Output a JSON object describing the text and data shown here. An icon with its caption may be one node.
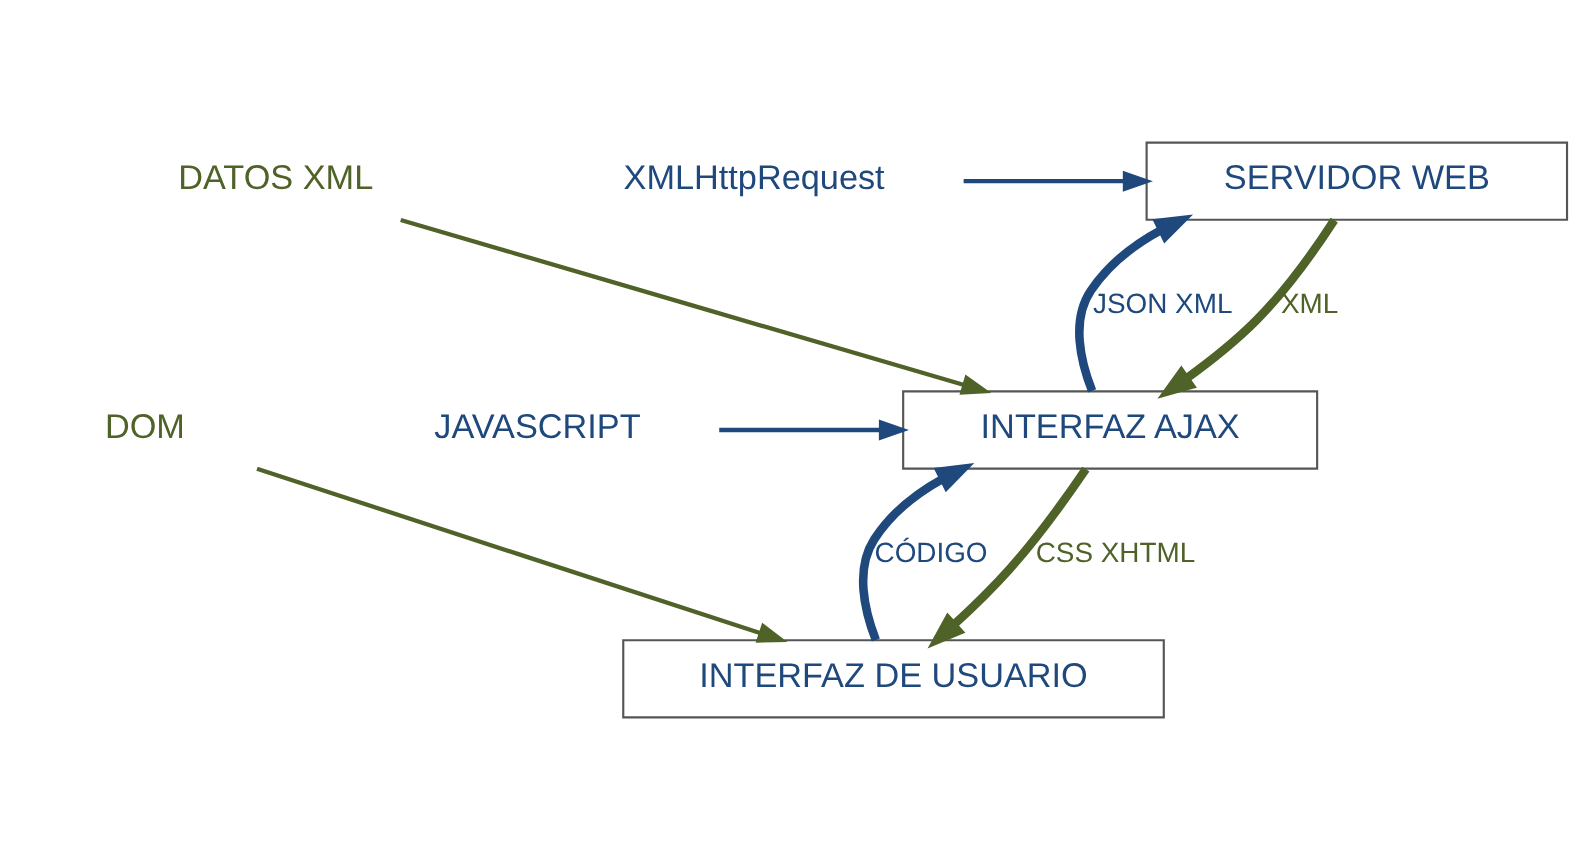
{
  "diagram": {
    "nodes": [
      {
        "text": [
          "SERVIDOR WEB"
        ]
      },
      {
        "text": [
          "INTERFAZ AJAX"
        ]
      },
      {
        "text": [
          "INTERFAZ DE USUARIO"
        ]
      },
      {
        "text": [
          "DATOS XML"
        ]
      },
      {
        "text": [
          "XMLHttpRequest"
        ]
      },
      {
        "text": [
          "DOM"
        ]
      },
      {
        "text": [
          "JAVASCRIPT"
        ]
      }
    ],
    "edges": [
      {
        "from": 0,
        "to": 1,
        "arrow": "to",
        "label": "XML",
        "style": "thick",
        "color": "#4f6228"
      },
      {
        "from": 3,
        "to": 1,
        "arrow": "to",
        "color": "#4f6228"
      },
      {
        "from": 1,
        "to": 0,
        "arrow": "to",
        "label": "JSON XML",
        "style": "thick",
        "color": "#1f497d"
      },
      {
        "from": 4,
        "to": 0,
        "arrow": "to",
        "color": "#1f497d"
      },
      {
        "from": 1,
        "to": 2,
        "arrow": "to",
        "label": "CSS XHTML",
        "style": "thick",
        "color": "#4f6228"
      },
      {
        "from": 5,
        "to": 2,
        "arrow": "to",
        "color": "#4f6228"
      },
      {
        "from": 2,
        "to": 1,
        "arrow": "to",
        "label": "CÓDIGO",
        "style": "thick",
        "color": "#1f497d"
      },
      {
        "from": 6,
        "to": 1,
        "arrow": "to",
        "color": "#1f497d"
      }
    ]
  }
}
